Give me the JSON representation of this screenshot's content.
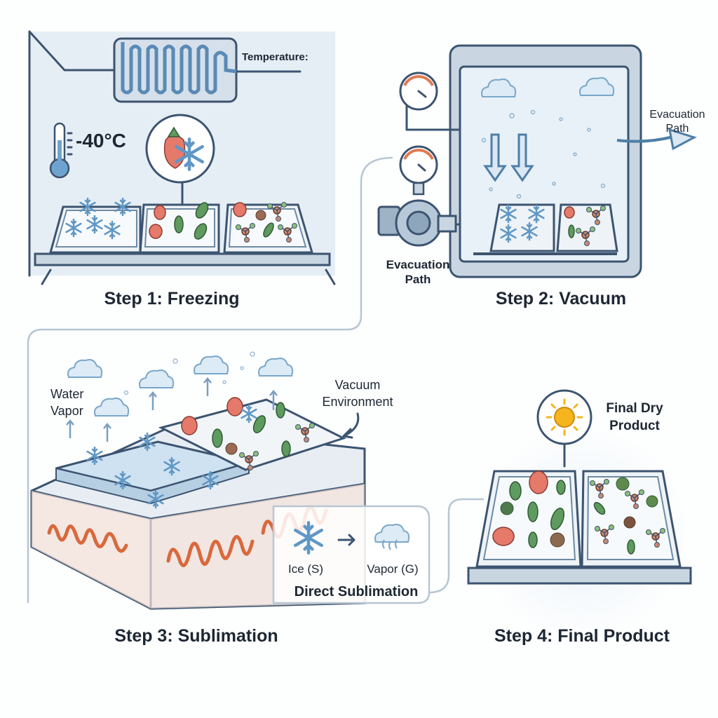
{
  "steps": {
    "step1": {
      "title": "Step 1: Freezing",
      "temperature_label": "Temperature:",
      "temperature_value": "-40°C"
    },
    "step2": {
      "title": "Step 2: Vacuum",
      "pump_label_line1": "Evacuation",
      "pump_label_line2": "Path",
      "outlet_label_line1": "Evacuation",
      "outlet_label_line2": "Path"
    },
    "step3": {
      "title": "Step 3: Sublimation",
      "vapor_label_line1": "Water",
      "vapor_label_line2": "Vapor",
      "env_label_line1": "Vacuum",
      "env_label_line2": "Environment",
      "inset": {
        "ice_label": "Ice (S)",
        "vapor_label": "Vapor (G)",
        "caption": "Direct Sublimation"
      }
    },
    "step4": {
      "title": "Step 4: Final Product",
      "product_label_line1": "Final Dry",
      "product_label_line2": "Product"
    }
  },
  "colors": {
    "panel_bg": "#e6eef5",
    "outline": "#3c5470",
    "ice": "#5f97c6",
    "heater": "#d9693d",
    "sun": "#f4b51e"
  }
}
